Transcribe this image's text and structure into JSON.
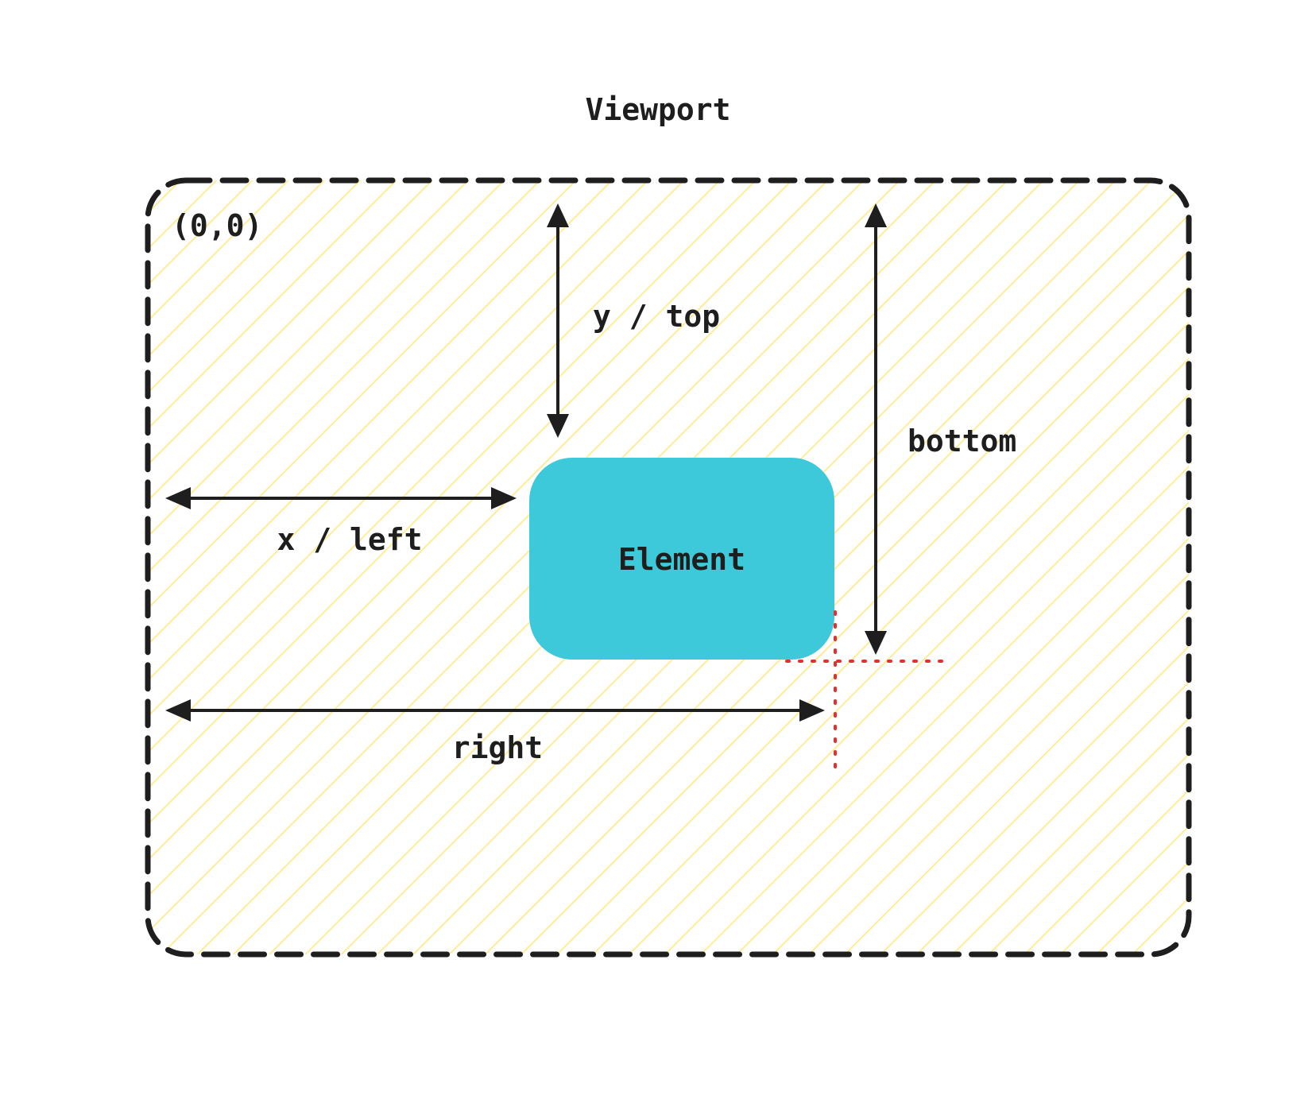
{
  "title": "Viewport",
  "origin_label": "(0,0)",
  "element_label": "Element",
  "labels": {
    "y_top": "y / top",
    "x_left": "x / left",
    "bottom": "bottom",
    "right": "right"
  },
  "colors": {
    "ink": "#1e1e1e",
    "hatch": "#ffec99",
    "element_fill": "#3ec9da",
    "guide": "#e03131",
    "background": "#ffffff"
  }
}
